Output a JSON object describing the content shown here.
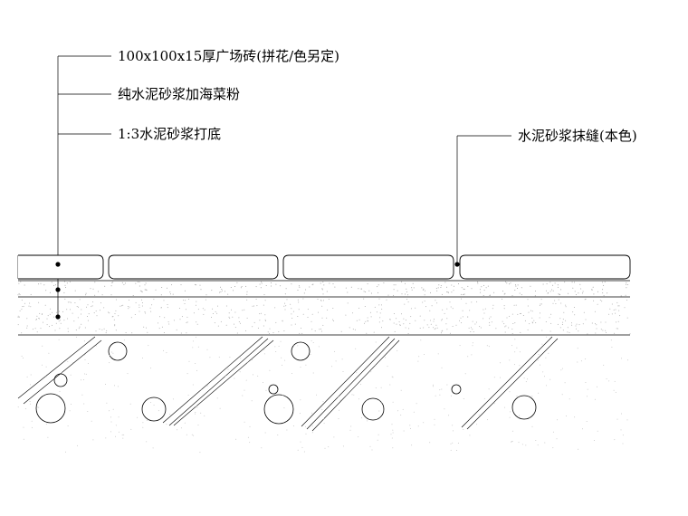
{
  "callouts": [
    {
      "id": "tile",
      "text": "100x100x15厚广场砖(拼花/色另定)"
    },
    {
      "id": "slurry",
      "text": "纯水泥砂浆加海菜粉"
    },
    {
      "id": "base",
      "text": "1:3水泥砂浆打底"
    },
    {
      "id": "joint",
      "text": "水泥砂浆抹缝(本色)"
    }
  ]
}
